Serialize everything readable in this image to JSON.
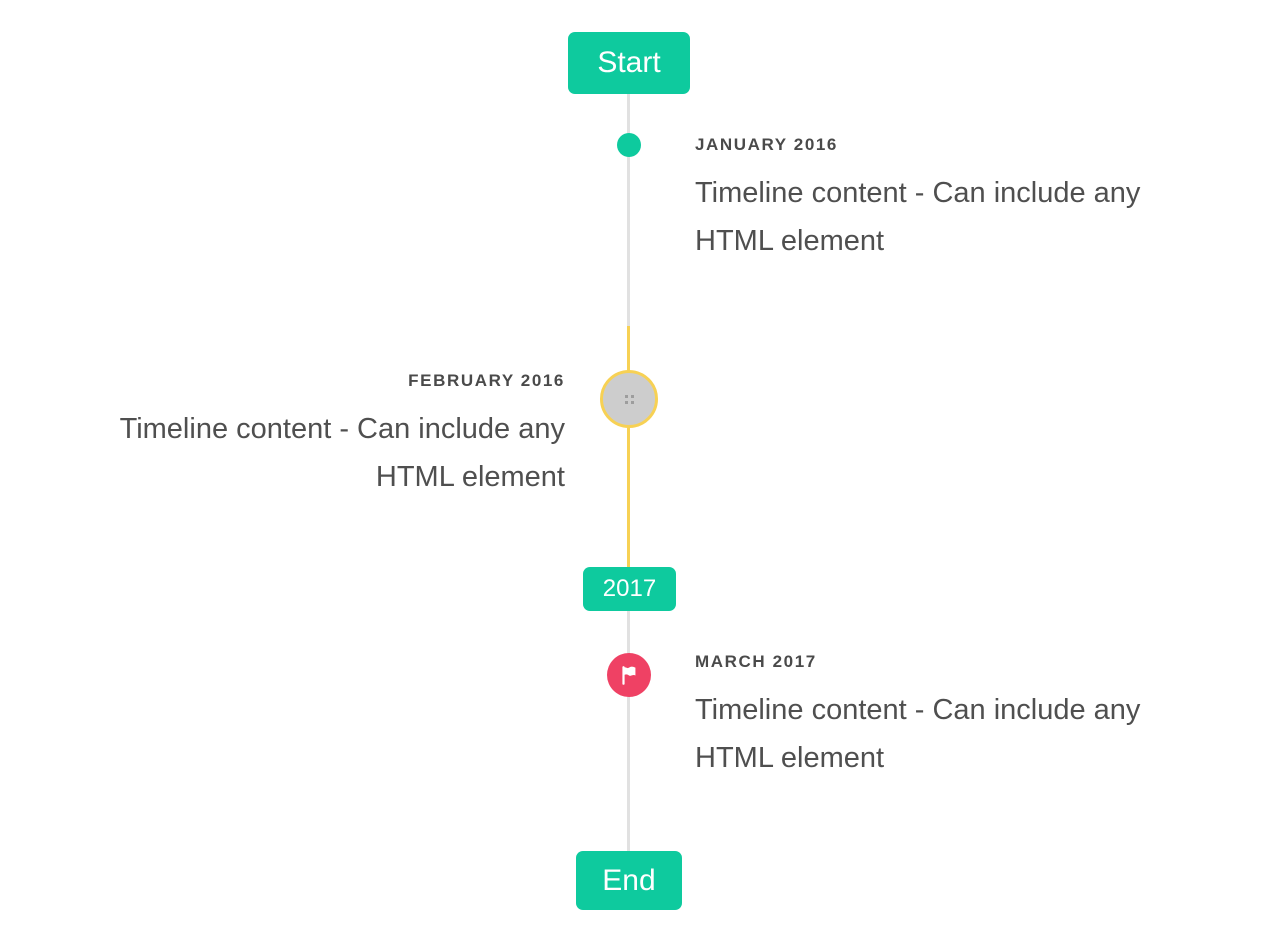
{
  "colors": {
    "accent": "#0eca9e",
    "flag": "#ef4164",
    "highlight": "#f7d154",
    "line": "#e1e1e1",
    "gray-marker": "#cdcdcd",
    "title-text": "#4a4a4a",
    "body-text": "#4f4f4f"
  },
  "timeline": {
    "start_label": "Start",
    "year_badge": "2017",
    "end_label": "End",
    "items": [
      {
        "title": "JANUARY 2016",
        "content": "Timeline content - Can include any HTML element"
      },
      {
        "title": "FEBRUARY 2016",
        "content": "Timeline content - Can include any HTML element"
      },
      {
        "title": "MARCH 2017",
        "content": "Timeline content - Can include any HTML element"
      }
    ]
  }
}
